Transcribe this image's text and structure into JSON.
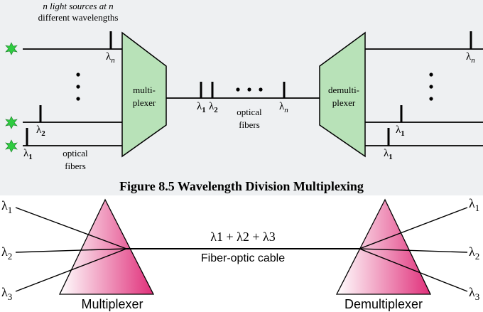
{
  "top_diagram": {
    "source_caption_line1": "n light sources at n",
    "source_caption_line2": "different wavelengths",
    "multiplexer_label_line1": "multi-",
    "multiplexer_label_line2": "plexer",
    "demultiplexer_label_line1": "demulti-",
    "demultiplexer_label_line2": "plexer",
    "optical_fibers_left_line1": "optical",
    "optical_fibers_left_line2": "fibers",
    "optical_fibers_middle_line1": "optical",
    "optical_fibers_middle_line2": "fibers",
    "lambda": "λ",
    "sub_1": "1",
    "sub_2": "2",
    "sub_n": "n",
    "vertical_ellipsis": "⋮",
    "horizontal_ellipsis": "• • •",
    "figure_caption": "Figure 8.5  Wavelength Division Multiplexing",
    "colors": {
      "panel": "#eef0f2",
      "mux_fill": "#b8e2b8",
      "source_star": "#2ecc40"
    }
  },
  "bottom_diagram": {
    "lambda_1": "λ",
    "lambda_2": "λ",
    "lambda_3": "λ",
    "sub_1": "1",
    "sub_2": "2",
    "sub_3": "3",
    "combined_signal": "λ1 + λ2 + λ3",
    "cable_label": "Fiber-optic cable",
    "multiplexer_label": "Multiplexer",
    "demultiplexer_label": "Demultiplexer",
    "colors": {
      "prism_dark": "#e0307a",
      "prism_light": "#ffffff"
    }
  }
}
